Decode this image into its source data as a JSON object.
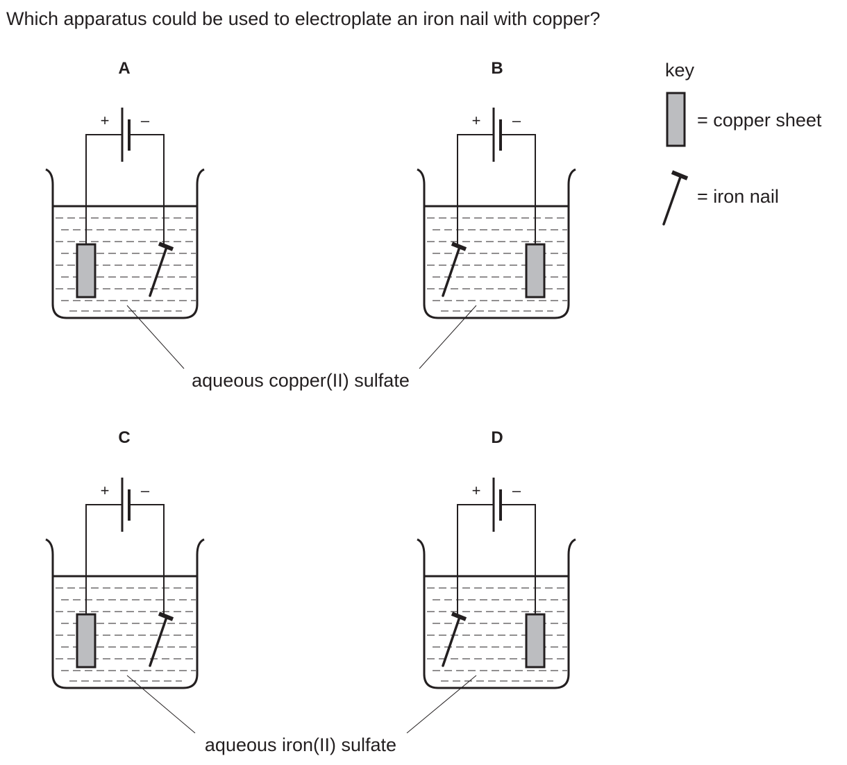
{
  "question": "Which apparatus could be used to electroplate an iron nail with copper?",
  "options": [
    {
      "label": "A",
      "left_electrode": "copper sheet",
      "right_electrode": "iron nail"
    },
    {
      "label": "B",
      "left_electrode": "iron nail",
      "right_electrode": "copper sheet"
    },
    {
      "label": "C",
      "left_electrode": "copper sheet",
      "right_electrode": "iron nail"
    },
    {
      "label": "D",
      "left_electrode": "iron nail",
      "right_electrode": "copper sheet"
    }
  ],
  "battery": {
    "positive_sign": "+",
    "negative_sign": "–"
  },
  "solutions": {
    "top": "aqueous copper(II) sulfate",
    "bottom": "aqueous iron(II) sulfate"
  },
  "key": {
    "title": "key",
    "copper_sheet": "= copper sheet",
    "iron_nail": "= iron nail"
  },
  "colors": {
    "ink": "#231f20",
    "copper_sheet_fill": "#bcbdc0"
  }
}
